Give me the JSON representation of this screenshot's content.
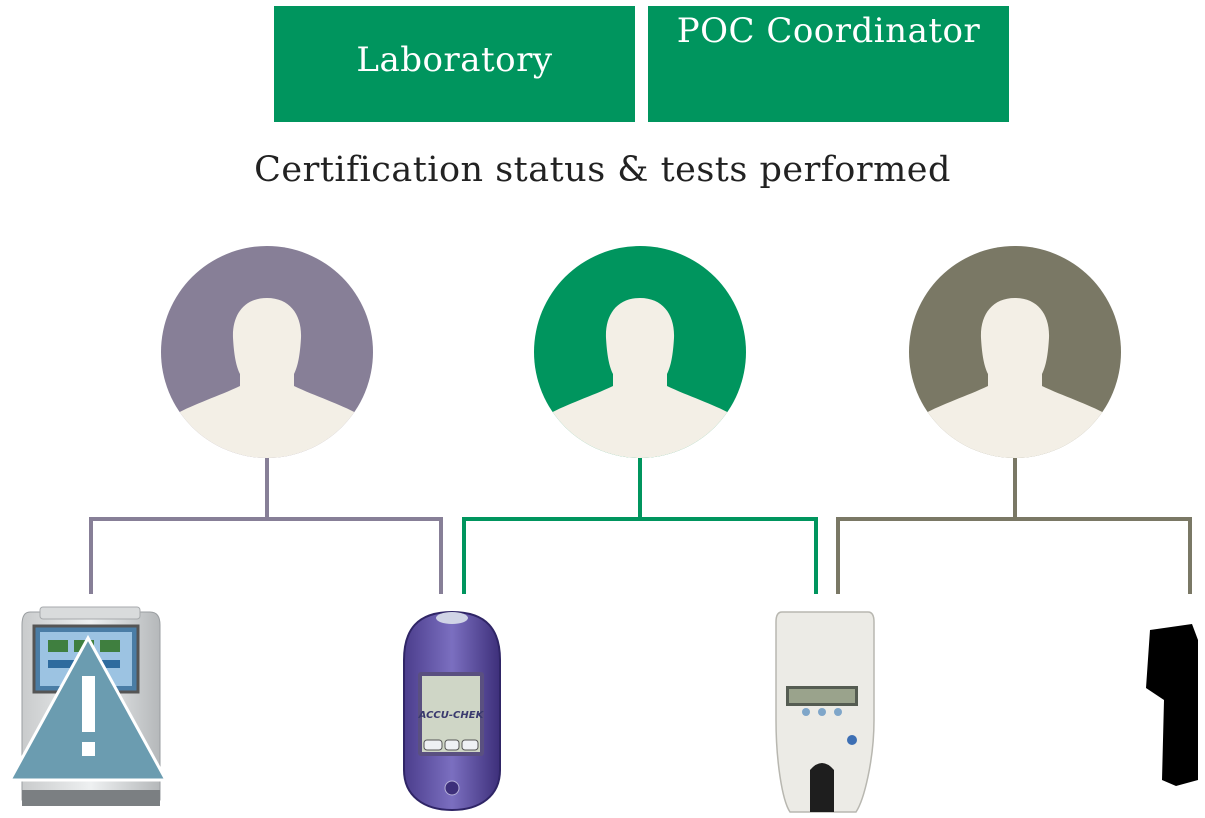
{
  "header": {
    "laboratory_label": "Laboratory",
    "poc_label": "POC Coordinator"
  },
  "subtitle": "Certification status & tests performed",
  "colors": {
    "header_green": "#00955e",
    "person_purple": "#877f97",
    "person_green": "#00955e",
    "person_olive": "#7a7865",
    "silhouette": "#f3efe6",
    "warning_triangle": "#6b9cb0"
  },
  "people": [
    {
      "id": "operator-1",
      "icon": "person-icon",
      "color": "#877f97"
    },
    {
      "id": "operator-2",
      "icon": "person-icon",
      "color": "#00955e"
    },
    {
      "id": "operator-3",
      "icon": "person-icon",
      "color": "#7a7865"
    }
  ],
  "devices": [
    {
      "name": "blood-gas-analyzer",
      "status": "warning-icon"
    },
    {
      "name": "accu-chek-meter",
      "brand_text": "ACCU-CHEK"
    },
    {
      "name": "urine-analyzer"
    },
    {
      "name": "handheld-device"
    }
  ],
  "warning": {
    "symbol": "!"
  }
}
